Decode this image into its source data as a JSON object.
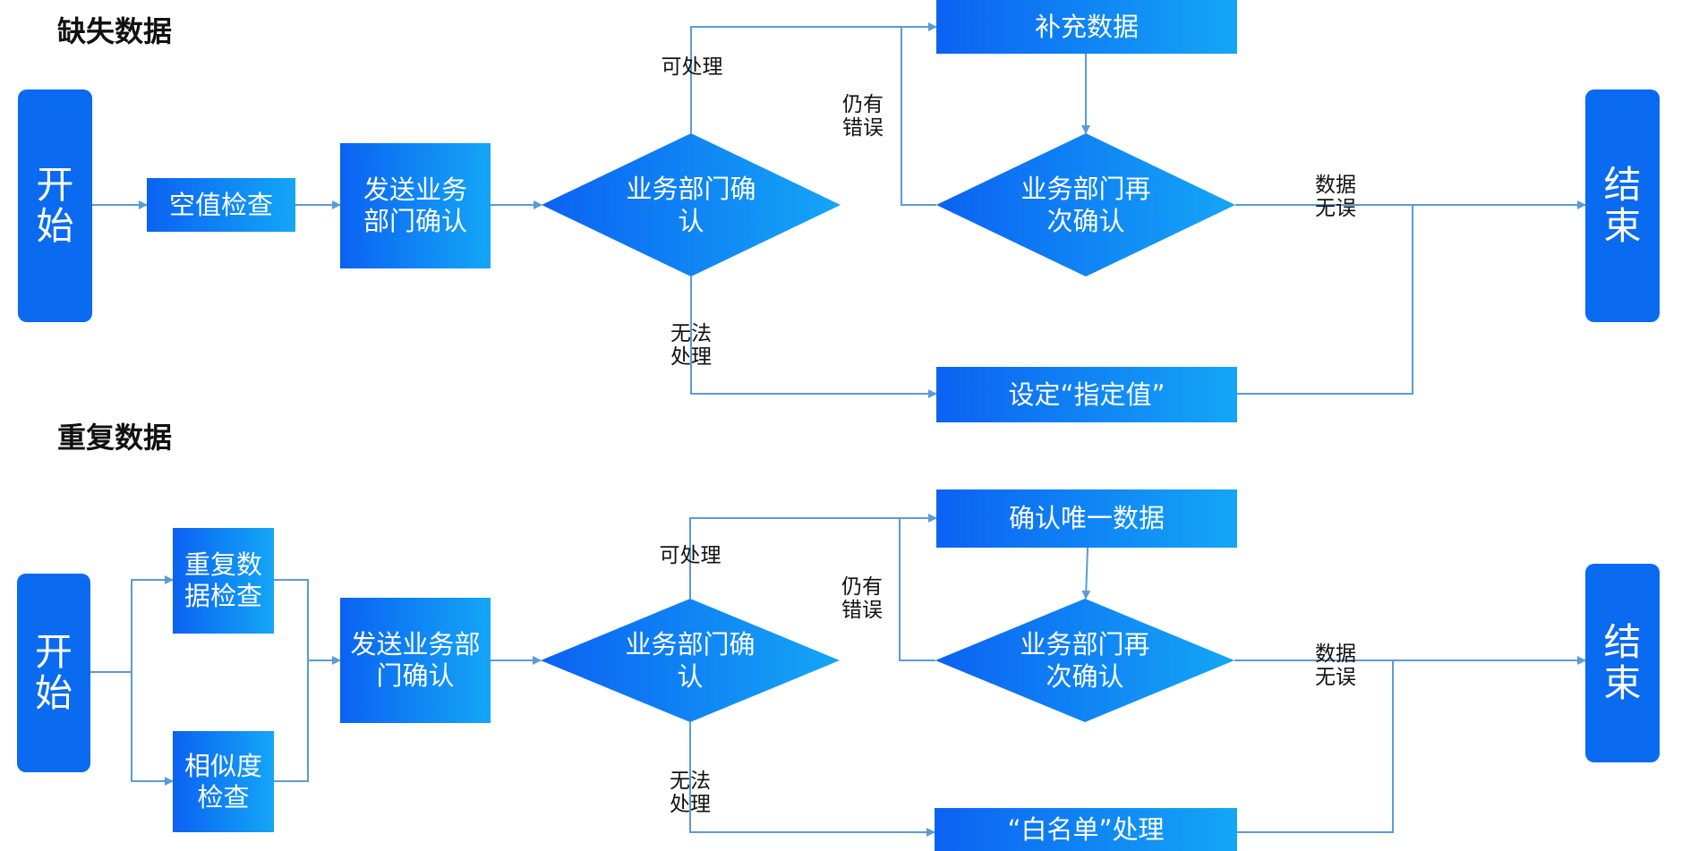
{
  "colors": {
    "node_start": "#0b62f2",
    "node_end": "#14a6f6",
    "terminal": "#0a6af0",
    "connector": "#5b9bd5"
  },
  "missing": {
    "title": "缺失数据",
    "start": "开\n始",
    "null_check": "空值检查",
    "send_dept": "发送业务\n部门确认",
    "dept_confirm": "业务部门确\n认",
    "supplement": "补充数据",
    "reconfirm": "业务部门再\n次确认",
    "set_value": "设定“指定值”",
    "end": "结\n束",
    "label_processable": "可处理",
    "label_still_error": "仍有\n错误",
    "label_no_error": "数据\n无误",
    "label_unprocessable": "无法\n处理"
  },
  "duplicate": {
    "title": "重复数据",
    "start": "开\n始",
    "dup_check": "重复数\n据检查",
    "sim_check": "相似度\n检查",
    "send_dept": "发送业务部\n门确认",
    "dept_confirm": "业务部门确\n认",
    "confirm_unique": "确认唯一数据",
    "reconfirm": "业务部门再\n次确认",
    "whitelist": "“白名单”处理",
    "end": "结\n束",
    "label_processable": "可处理",
    "label_still_error": "仍有\n错误",
    "label_no_error": "数据\n无误",
    "label_unprocessable": "无法\n处理"
  }
}
